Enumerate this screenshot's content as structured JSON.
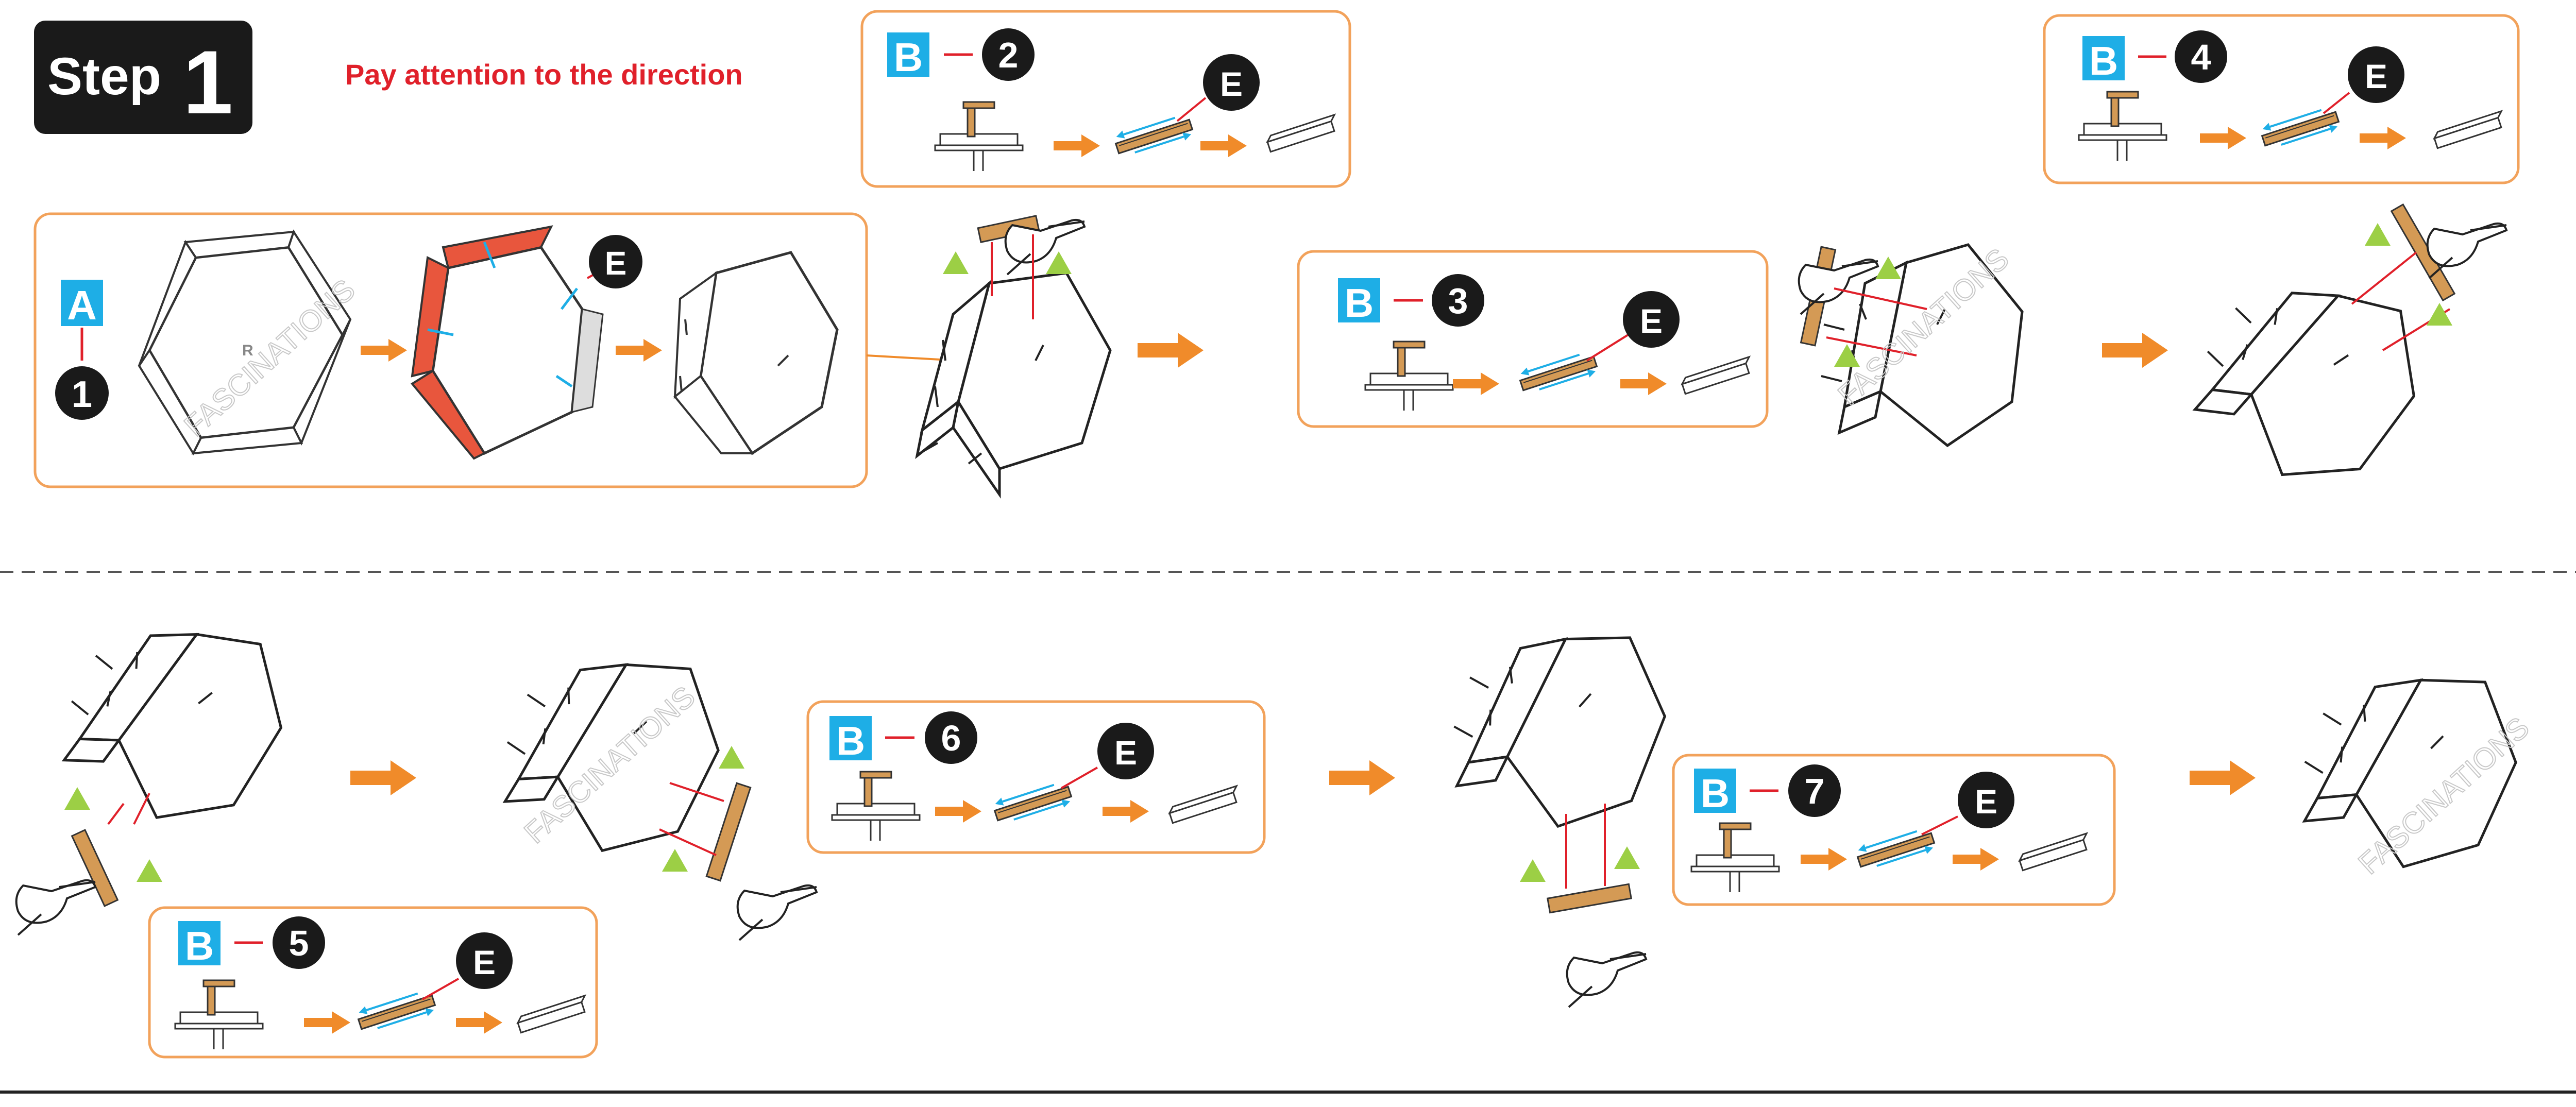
{
  "step": {
    "word": "Step",
    "number": "1"
  },
  "note": "Pay attention to the direction",
  "colors": {
    "orange": "#f08b2a",
    "callout_border": "#f2a25b",
    "blue_badge": "#1eaee6",
    "red": "#e0202a",
    "black": "#1a1a1a",
    "green": "#9ccf45",
    "tan": "#d49a55",
    "panel_red": "#e8563d"
  },
  "labels": {
    "a": "A",
    "b": "B",
    "e": "E",
    "r": "R"
  },
  "substeps": {
    "a1": "1",
    "b2": "2",
    "b3": "3",
    "b4": "4",
    "b5": "5",
    "b6": "6",
    "b7": "7"
  },
  "watermark": "FASCINATIONS",
  "icons": [
    "right-arrow-icon",
    "hand-icon",
    "hexagon-piece-icon",
    "connector-tool-icon",
    "triangle-marker-icon"
  ]
}
